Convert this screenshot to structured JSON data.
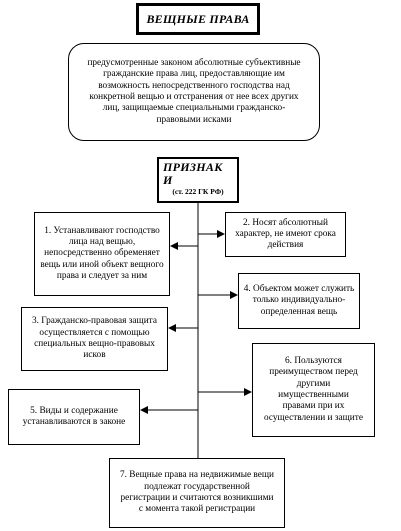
{
  "title": "ВЕЩНЫЕ ПРАВА",
  "definition": "предусмотренные законом абсолютные субъективные гражданские права лиц, предоставляющие им возможность непосредственного господства над конкретной вещью и отстранения от нее всех других лиц, защищаемые специальными гражданско-правовыми исками",
  "signs": {
    "title": "ПРИЗНАК И",
    "reference": "(ст. 222 ГК РФ)"
  },
  "features": [
    "1. Устанавливают господство лица над вещью, непосредственно обременяет вещь или иной объект вещного права и следует за ним",
    "2. Носят абсолютный характер, не имеют срока действия",
    "3. Гражданско-правовая защита осуществляется с помощью специальных вещно-правовых исков",
    "4. Объектом может служить только индивидуально-определенная вещь",
    "5. Виды и содержание устанавливаются в законе",
    "6. Пользуются преимуществом перед другими имущественными правами при их осуществлении и защите",
    "7. Вещные права на недвижимые вещи подлежат государственной регистрации и считаются возникшими с момента такой регистрации"
  ]
}
